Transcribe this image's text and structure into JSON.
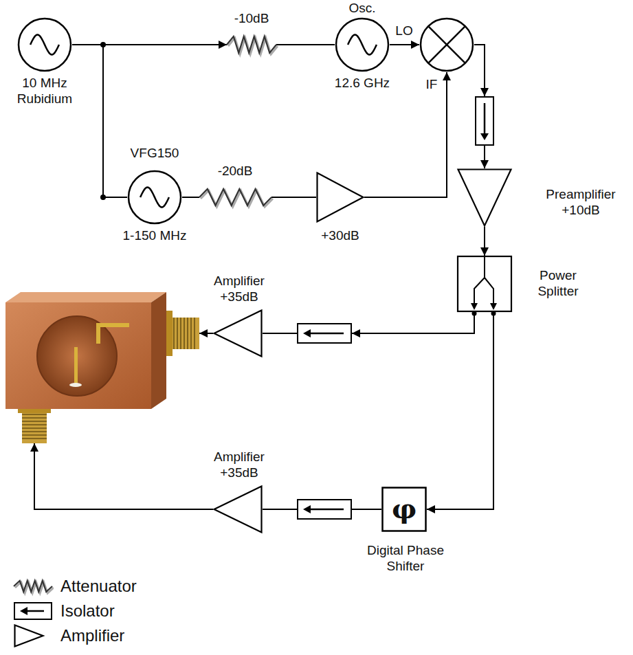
{
  "diagram": {
    "nodes": [
      {
        "text": [
          "10 MHz Rubidium"
        ]
      },
      {
        "text": [
          "-10dB"
        ]
      },
      {
        "text": [
          "Osc.",
          "12.6 GHz"
        ]
      },
      {
        "text": []
      },
      {
        "text": [
          "VFG150",
          "1-150 MHz"
        ]
      },
      {
        "text": [
          "-20dB"
        ]
      },
      {
        "text": [
          "+30dB"
        ]
      },
      {
        "text": []
      },
      {
        "text": [
          "Preamplifier +10dB"
        ]
      },
      {
        "text": [
          "Power Splitter"
        ]
      },
      {
        "text": []
      },
      {
        "text": [
          "Amplifier +35dB"
        ]
      },
      {
        "text": []
      },
      {
        "text": [
          "φ",
          "Digital Phase Shifter"
        ]
      },
      {
        "text": []
      },
      {
        "text": [
          "Amplifier +35dB"
        ]
      }
    ],
    "edges": [
      {
        "from": 0,
        "to": 1,
        "arrow": "to"
      },
      {
        "from": 0,
        "to": 4,
        "arrow": "none"
      },
      {
        "from": 1,
        "to": 2,
        "arrow": "none"
      },
      {
        "from": 2,
        "to": 3,
        "arrow": "to"
      },
      {
        "from": 4,
        "to": 5,
        "arrow": "none"
      },
      {
        "from": 5,
        "to": 6,
        "arrow": "none"
      },
      {
        "from": 6,
        "to": 3,
        "arrow": "to"
      },
      {
        "from": 3,
        "to": 7,
        "arrow": "to"
      },
      {
        "from": 7,
        "to": 8,
        "arrow": "to"
      },
      {
        "from": 8,
        "to": 9,
        "arrow": "to"
      },
      {
        "from": 9,
        "to": 10,
        "arrow": "to"
      },
      {
        "from": 10,
        "to": 11,
        "arrow": "none"
      },
      {
        "from": 11,
        "to": 12,
        "arrow": "to"
      },
      {
        "from": 9,
        "to": 13,
        "arrow": "to"
      },
      {
        "from": 13,
        "to": 14,
        "arrow": "none"
      },
      {
        "from": 14,
        "to": 15,
        "arrow": "none"
      },
      {
        "from": 15,
        "to": 12,
        "arrow": "to"
      }
    ],
    "labels": [
      "LO",
      "IF"
    ],
    "legend": [
      {
        "text": "Attenuator"
      },
      {
        "text": "Isolator"
      },
      {
        "text": "Amplifier"
      }
    ]
  }
}
